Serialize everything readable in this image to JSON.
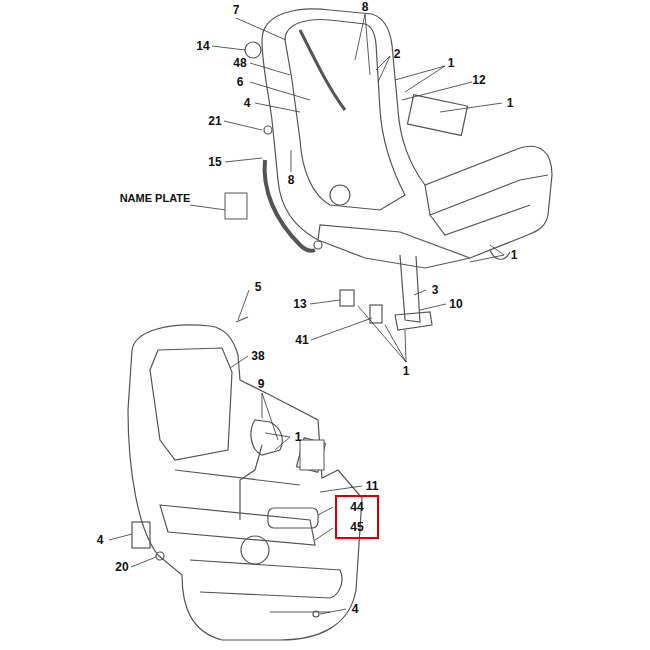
{
  "diagram": {
    "nodes": [
      {
        "text": [
          "44",
          "45"
        ]
      }
    ],
    "labels": [
      "7",
      "8",
      "14",
      "48",
      "2",
      "1",
      "12",
      "6",
      "1",
      "4",
      "21",
      "15",
      "8",
      "NAME PLATE",
      "1",
      "5",
      "3",
      "13",
      "10",
      "41",
      "1",
      "38",
      "9",
      "1",
      "11",
      "4",
      "20",
      "4"
    ]
  }
}
